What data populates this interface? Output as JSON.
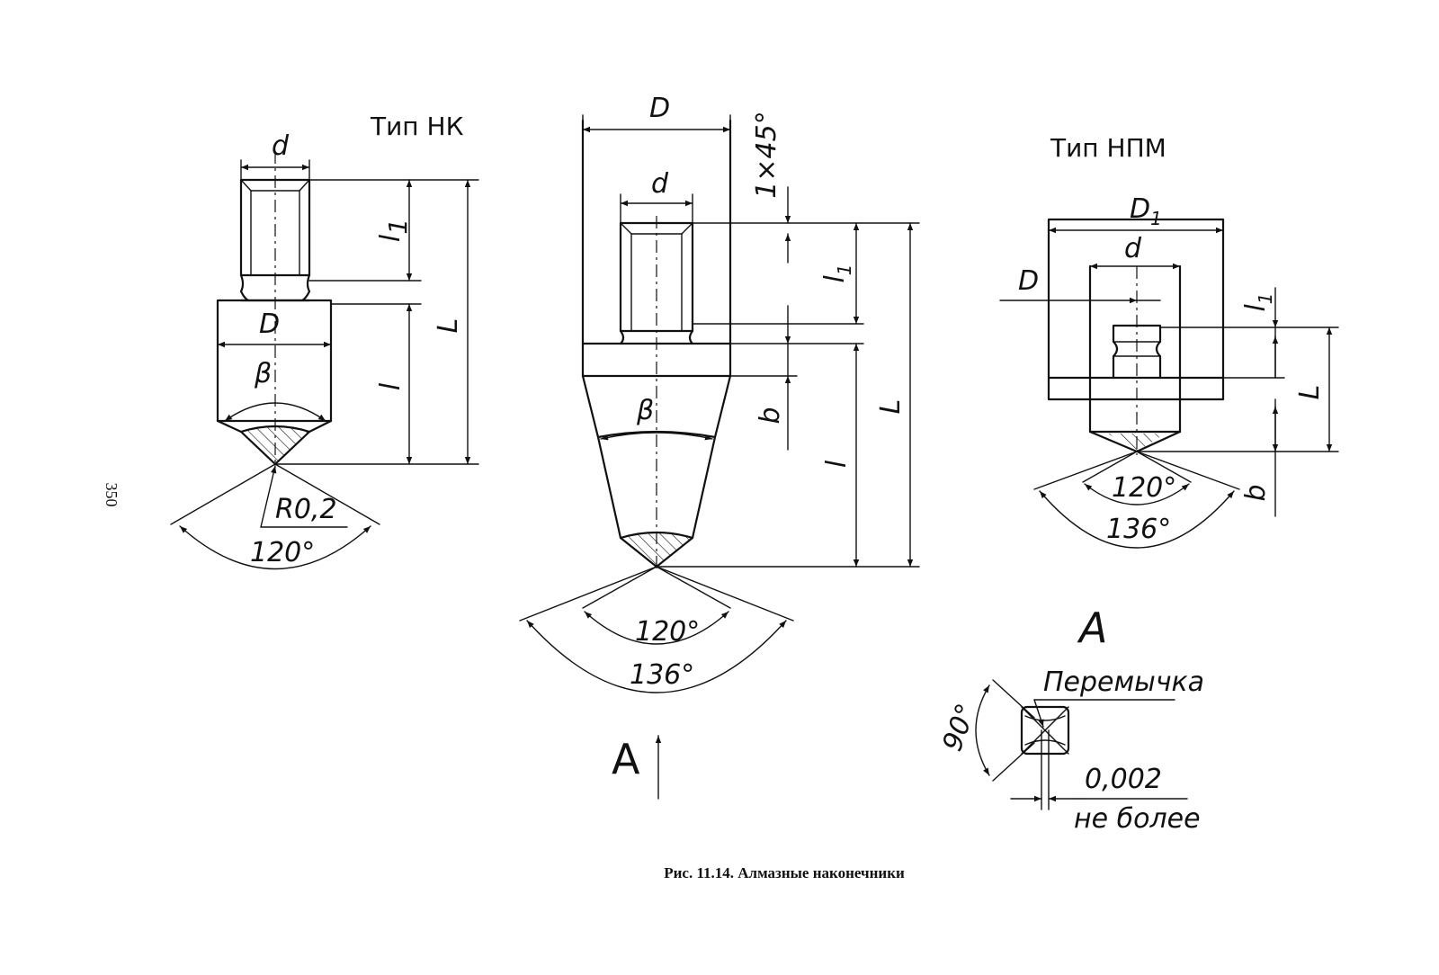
{
  "page_number": "350",
  "caption": "Рис. 11.14. Алмазные наконечники",
  "type_nk": {
    "title": "Тип НК",
    "d": "d",
    "l1": "l",
    "l1_sub": "1",
    "L": "L",
    "D": "D",
    "l": "l",
    "beta": "β",
    "r": "R0,2",
    "angle": "120°"
  },
  "center": {
    "D": "D",
    "d": "d",
    "chamfer": "1×45°",
    "l1": "l",
    "l1_sub": "1",
    "L": "L",
    "b": "b",
    "l": "l",
    "beta": "β",
    "angle1": "120°",
    "angle2": "136°",
    "view_arrow": "А"
  },
  "type_npm": {
    "title": "Тип НПМ",
    "D1": "D",
    "D1_sub": "1",
    "d": "d",
    "D": "D",
    "l1": "l",
    "l1_sub": "1",
    "L": "L",
    "b": "b",
    "angle1": "120°",
    "angle2": "136°"
  },
  "view_a": {
    "label": "А",
    "bridge": "Перемычка",
    "angle": "90°",
    "tolerance": "0,002",
    "tolerance_note": "не более"
  }
}
